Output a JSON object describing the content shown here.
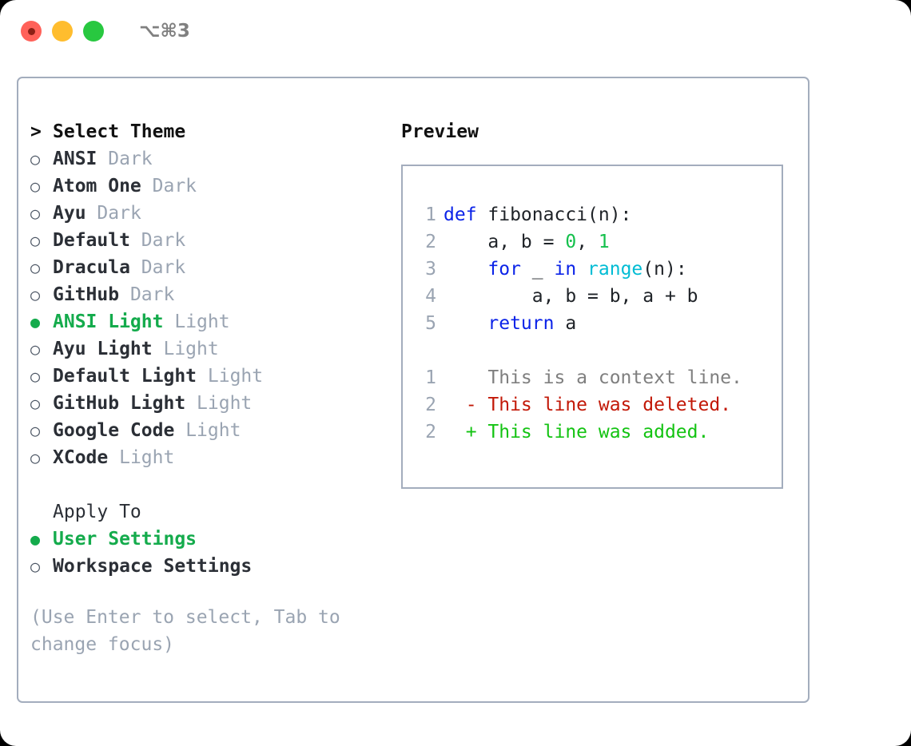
{
  "titlebar": {
    "shortcut": "⌥⌘3",
    "buttons": [
      "close",
      "minimize",
      "maximize"
    ]
  },
  "theme_picker": {
    "header_caret": ">",
    "header_label": "Select Theme",
    "bullet_selected": "●",
    "bullet_unselected": "○",
    "items": [
      {
        "name": "ANSI",
        "variant": "Dark",
        "selected": false
      },
      {
        "name": "Atom One",
        "variant": "Dark",
        "selected": false
      },
      {
        "name": "Ayu",
        "variant": "Dark",
        "selected": false
      },
      {
        "name": "Default",
        "variant": "Dark",
        "selected": false
      },
      {
        "name": "Dracula",
        "variant": "Dark",
        "selected": false
      },
      {
        "name": "GitHub",
        "variant": "Dark",
        "selected": false
      },
      {
        "name": "ANSI Light",
        "variant": "Light",
        "selected": true
      },
      {
        "name": "Ayu Light",
        "variant": "Light",
        "selected": false
      },
      {
        "name": "Default Light",
        "variant": "Light",
        "selected": false
      },
      {
        "name": "GitHub Light",
        "variant": "Light",
        "selected": false
      },
      {
        "name": "Google Code",
        "variant": "Light",
        "selected": false
      },
      {
        "name": "XCode",
        "variant": "Light",
        "selected": false
      }
    ]
  },
  "apply_to": {
    "header_label": "Apply To",
    "items": [
      {
        "label": "User Settings",
        "selected": true
      },
      {
        "label": "Workspace Settings",
        "selected": false
      }
    ]
  },
  "hint": "(Use Enter to select, Tab to change focus)",
  "preview": {
    "title": "Preview",
    "code": [
      {
        "ln": "1",
        "tokens": [
          {
            "t": "def",
            "c": "kw"
          },
          {
            "t": " fibonacci(n):",
            "c": ""
          }
        ]
      },
      {
        "ln": "2",
        "tokens": [
          {
            "t": "    a, b = ",
            "c": ""
          },
          {
            "t": "0",
            "c": "num"
          },
          {
            "t": ", ",
            "c": ""
          },
          {
            "t": "1",
            "c": "num"
          }
        ]
      },
      {
        "ln": "3",
        "tokens": [
          {
            "t": "    ",
            "c": ""
          },
          {
            "t": "for",
            "c": "kw"
          },
          {
            "t": " _ ",
            "c": ""
          },
          {
            "t": "in",
            "c": "kw"
          },
          {
            "t": " ",
            "c": ""
          },
          {
            "t": "range",
            "c": "fn"
          },
          {
            "t": "(n):",
            "c": ""
          }
        ]
      },
      {
        "ln": "4",
        "tokens": [
          {
            "t": "        a, b = b, a + b",
            "c": ""
          }
        ]
      },
      {
        "ln": "5",
        "tokens": [
          {
            "t": "    ",
            "c": ""
          },
          {
            "t": "return",
            "c": "kw"
          },
          {
            "t": " a",
            "c": ""
          }
        ]
      }
    ],
    "diff": [
      {
        "ln": "1",
        "marker": " ",
        "text": "This is a context line.",
        "kind": "ctx"
      },
      {
        "ln": "2",
        "marker": "-",
        "text": "This line was deleted.",
        "kind": "del"
      },
      {
        "ln": "2",
        "marker": "+",
        "text": "This line was added.",
        "kind": "add"
      }
    ]
  },
  "colors": {
    "selection_green": "#14ab4c",
    "muted_gray": "#9aa4b2",
    "border": "#a3adbd",
    "keyword_blue": "#0b23e8",
    "function_cyan": "#00bcd4",
    "number_green": "#14c04c",
    "diff_delete_red": "#c21807",
    "diff_add_green": "#13c312",
    "traffic_close": "#ff6159",
    "traffic_min": "#ffbd2e",
    "traffic_max": "#28c840"
  }
}
